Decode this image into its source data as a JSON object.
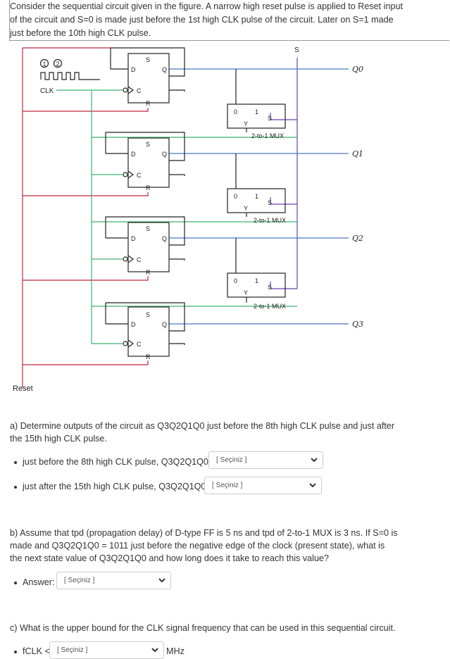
{
  "question": {
    "intro_lines": [
      "Consider the sequential circuit given in the figure. A narrow high reset pulse is applied to Reset input",
      "of the circuit and S=0 is made just before the 1st high CLK pulse of the circuit. Later on S=1 made",
      "just before the 10th high CLK pulse."
    ]
  },
  "circuit": {
    "clk_label": "CLK",
    "pulse_labels": [
      "1",
      "2"
    ],
    "reset_label": "Reset",
    "s_label": "S",
    "ff_pins": {
      "d": "D",
      "s": "S",
      "q": "Q",
      "c": "C",
      "r": "R"
    },
    "mux": {
      "label": "2-to-1 MUX",
      "in0": "0",
      "in1": "1",
      "sel": "S",
      "out": "Y"
    },
    "outputs": [
      "Q0",
      "Q1",
      "Q2",
      "Q3"
    ],
    "colors": {
      "clk": "#3cb371",
      "reset": "#c0283b",
      "select": "#6a3fb0",
      "output": "#4a78c8",
      "wire": "#222222"
    }
  },
  "part_a": {
    "lines": [
      "a) Determine outputs of the circuit as Q3Q2Q1Q0 just before the 8th high CLK pulse and just after",
      "the 15th high CLK pulse."
    ],
    "item1": "just before the 8th high CLK pulse, Q3Q2Q1Q0 =",
    "item2": "just after the 15th high CLK pulse, Q3Q2Q1Q0 =",
    "placeholder": "[ Seçiniz ]"
  },
  "part_b": {
    "lines": [
      "b) Assume that tpd (propagation delay) of D-type FF is 5 ns and tpd of 2-to-1 MUX is 3 ns. If S=0 is",
      "made and Q3Q2Q1Q0 = 1011 just before the negative edge of the clock (present state), what is",
      "the next state value of Q3Q2Q1Q0 and how long does it take to reach this value?"
    ],
    "answer_label": "Answer:",
    "placeholder": "[ Seçiniz ]"
  },
  "part_c": {
    "line": "c) What is the upper bound for the CLK signal frequency that can be used in this sequential circuit.",
    "fclk_label": "fCLK <",
    "placeholder": "[ Seçiniz ]",
    "unit": "MHz"
  }
}
